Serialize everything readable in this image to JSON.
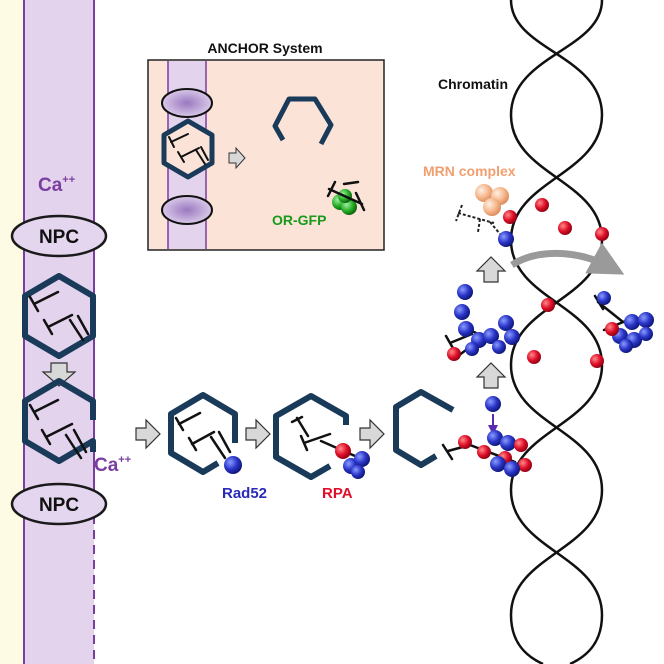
{
  "colors": {
    "left_strip": "#fdfbe3",
    "membrane_fill": "#e3d3ec",
    "membrane_line": "#7a3ea0",
    "npc_fill": "#e3d6ee",
    "cage": "#1a3a5a",
    "rad52": "#2a35c8",
    "rpa": "#e0102a",
    "mrn": "#f5b48a",
    "orgfp": "#22aa22",
    "inset_bg": "#fbe3d8",
    "arrow_fill": "#d8d8d8",
    "curved_arrow": "#9a9a9a"
  },
  "labels": {
    "ca_top": "Ca",
    "ca_top_sup": "++",
    "npc_top": "NPC",
    "npc_bottom": "NPC",
    "ca_mid": "Ca",
    "ca_mid_sup": "++",
    "inset_title": "ANCHOR System",
    "orgfp": "OR-GFP",
    "chromatin": "Chromatin",
    "mrn": "MRN complex",
    "rad52": "Rad52",
    "rpa": "RPA"
  },
  "icons": [
    "hexagon-cage-icon",
    "dna-strand-icon",
    "rad52-protein-icon",
    "rpa-protein-icon",
    "mrn-complex-icon",
    "process-arrow-icon",
    "curved-arrow-icon"
  ]
}
